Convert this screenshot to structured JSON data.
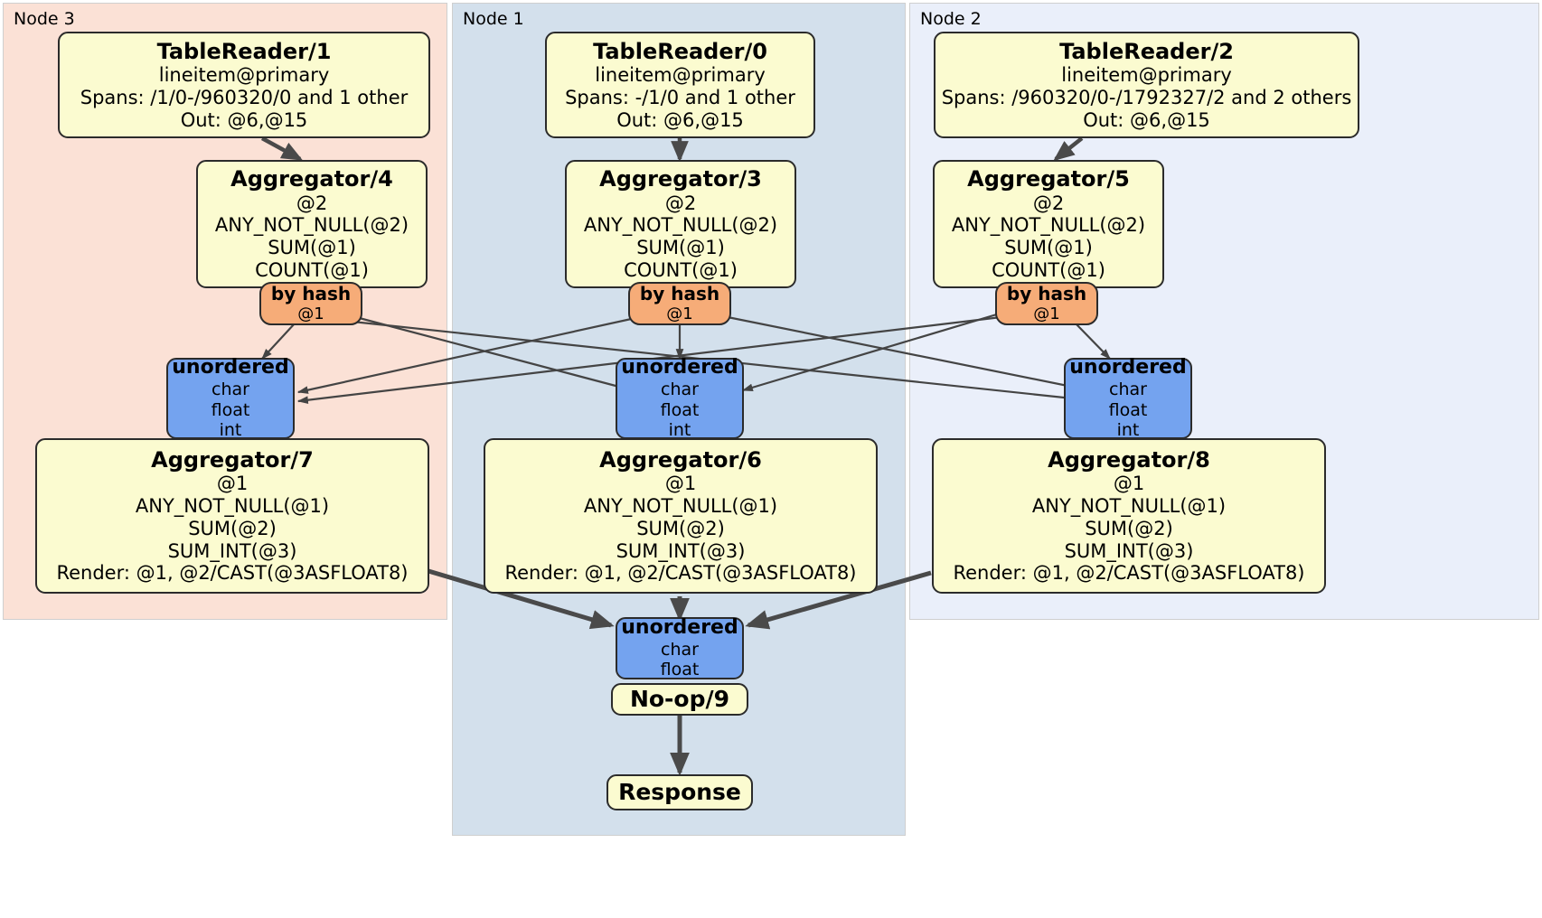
{
  "clusters": [
    {
      "id": "node3",
      "label": "Node 3",
      "color": "#fbe1d6"
    },
    {
      "id": "node1",
      "label": "Node 1",
      "color": "#d3e0ec"
    },
    {
      "id": "node2",
      "label": "Node 2",
      "color": "#eaeffa"
    }
  ],
  "processors": {
    "table_reader_1": {
      "title": "TableReader/1",
      "line1": "lineitem@primary",
      "line2": "Spans: /1/0-/960320/0 and 1 other",
      "line3": "Out: @6,@15"
    },
    "table_reader_0": {
      "title": "TableReader/0",
      "line1": "lineitem@primary",
      "line2": "Spans: -/1/0 and 1 other",
      "line3": "Out: @6,@15"
    },
    "table_reader_2": {
      "title": "TableReader/2",
      "line1": "lineitem@primary",
      "line2": "Spans: /960320/0-/1792327/2 and 2 others",
      "line3": "Out: @6,@15"
    },
    "aggregator_4": {
      "title": "Aggregator/4",
      "line1": "@2",
      "line2": "ANY_NOT_NULL(@2)",
      "line3": "SUM(@1)",
      "line4": "COUNT(@1)"
    },
    "aggregator_3": {
      "title": "Aggregator/3",
      "line1": "@2",
      "line2": "ANY_NOT_NULL(@2)",
      "line3": "SUM(@1)",
      "line4": "COUNT(@1)"
    },
    "aggregator_5": {
      "title": "Aggregator/5",
      "line1": "@2",
      "line2": "ANY_NOT_NULL(@2)",
      "line3": "SUM(@1)",
      "line4": "COUNT(@1)"
    },
    "aggregator_7": {
      "title": "Aggregator/7",
      "line1": "@1",
      "line2": "ANY_NOT_NULL(@1)",
      "line3": "SUM(@2)",
      "line4": "SUM_INT(@3)",
      "line5": "Render: @1, @2/CAST(@3ASFLOAT8)"
    },
    "aggregator_6": {
      "title": "Aggregator/6",
      "line1": "@1",
      "line2": "ANY_NOT_NULL(@1)",
      "line3": "SUM(@2)",
      "line4": "SUM_INT(@3)",
      "line5": "Render: @1, @2/CAST(@3ASFLOAT8)"
    },
    "aggregator_8": {
      "title": "Aggregator/8",
      "line1": "@1",
      "line2": "ANY_NOT_NULL(@1)",
      "line3": "SUM(@2)",
      "line4": "SUM_INT(@3)",
      "line5": "Render: @1, @2/CAST(@3ASFLOAT8)"
    },
    "noop_9": {
      "title": "No-op/9"
    },
    "response": {
      "title": "Response"
    }
  },
  "routers": {
    "by_hash_left": {
      "title": "by hash",
      "line1": "@1"
    },
    "by_hash_center": {
      "title": "by hash",
      "line1": "@1"
    },
    "by_hash_right": {
      "title": "by hash",
      "line1": "@1"
    }
  },
  "synchronizers": {
    "unordered_left": {
      "title": "unordered",
      "line1": "char",
      "line2": "float",
      "line3": "int"
    },
    "unordered_center": {
      "title": "unordered",
      "line1": "char",
      "line2": "float",
      "line3": "int"
    },
    "unordered_right": {
      "title": "unordered",
      "line1": "char",
      "line2": "float",
      "line3": "int"
    },
    "unordered_final": {
      "title": "unordered",
      "line1": "char",
      "line2": "float"
    }
  },
  "palette": {
    "processor_fill": "#fbfbd0",
    "router_fill": "#f6ac78",
    "synchronizer_fill": "#74a3ef",
    "stroke": "#2b2b2b",
    "thin_edge": "#444444",
    "thick_edge": "#4a4a4a"
  }
}
